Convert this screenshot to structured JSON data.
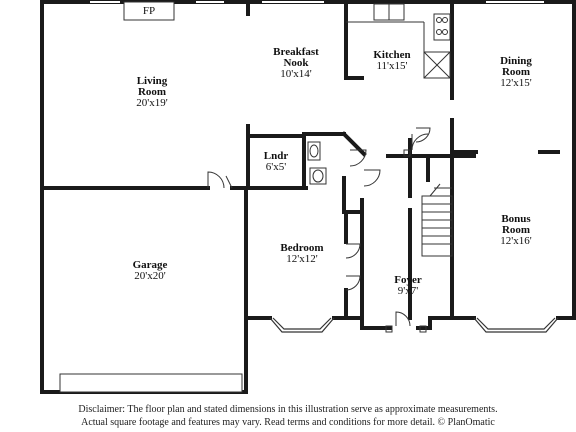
{
  "rooms": {
    "living": {
      "name": "Living",
      "name2": "Room",
      "dims": "20'x19'"
    },
    "breakfast": {
      "name": "Breakfast",
      "name2": "Nook",
      "dims": "10'x14'"
    },
    "kitchen": {
      "name": "Kitchen",
      "dims": "11'x15'"
    },
    "dining": {
      "name": "Dining",
      "name2": "Room",
      "dims": "12'x15'"
    },
    "laundry": {
      "name": "Lndr",
      "dims": "6'x5'"
    },
    "bedroom": {
      "name": "Bedroom",
      "dims": "12'x12'"
    },
    "bonus": {
      "name": "Bonus",
      "name2": "Room",
      "dims": "12'x16'"
    },
    "garage": {
      "name": "Garage",
      "dims": "20'x20'"
    },
    "foyer": {
      "name": "Foyer",
      "dims": "9'x7'"
    }
  },
  "fireplace_label": "FP",
  "disclaimer": {
    "line1": "Disclaimer: The floor plan and stated dimensions in this illustration serve as approximate measurements.",
    "line2": "Actual square footage and features may vary. Read terms and conditions for more detail. © PlanOmatic"
  },
  "colors": {
    "wall": "#1a1a1a",
    "line": "#333333"
  }
}
